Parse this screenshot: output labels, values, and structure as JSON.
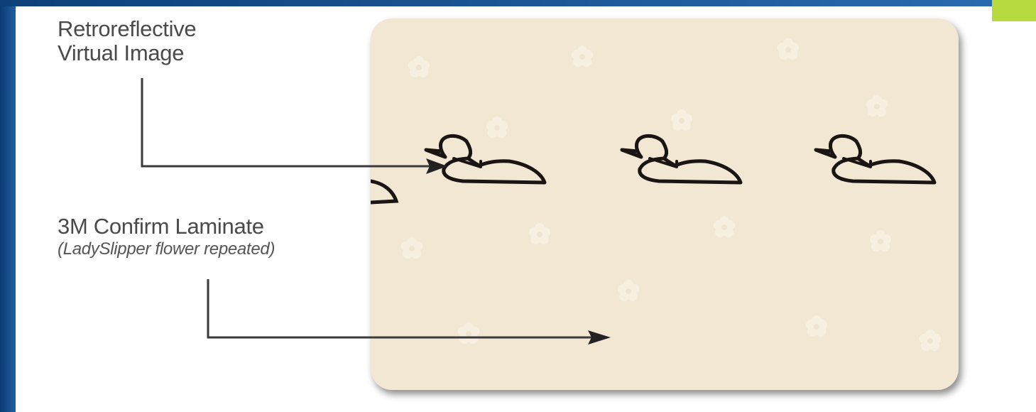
{
  "labels": {
    "retroreflective_line1": "Retroreflective",
    "retroreflective_line2": "Virtual Image",
    "laminate_title": "3M Confirm Laminate",
    "laminate_subtitle": "(LadySlipper flower repeated)"
  },
  "colors": {
    "card_background": "#f2e7d2",
    "frame_blue": "#1f5fa4",
    "frame_accent": "#b7db3f",
    "outline": "#1a1413"
  },
  "icons": {
    "loon_outline": "loon-icon",
    "flower_watermark": "lady-slipper-flower-icon"
  }
}
